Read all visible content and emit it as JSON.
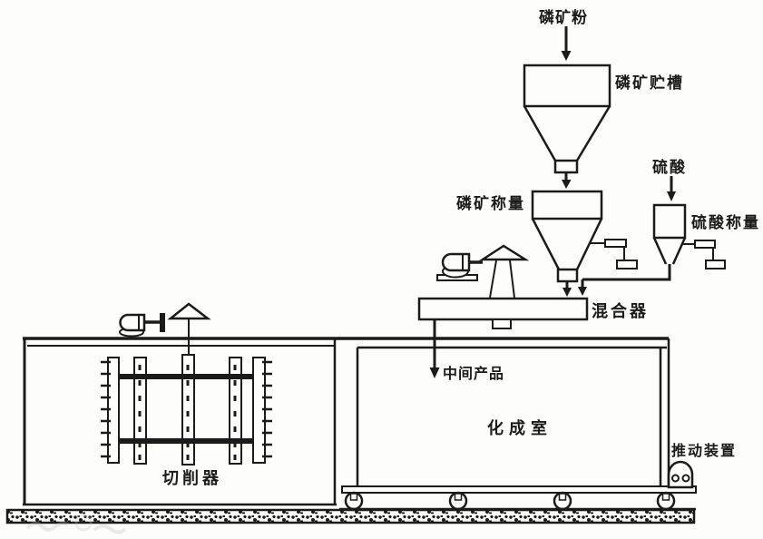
{
  "diagram_type": "process-flow-diagram",
  "labels": {
    "phosphate_powder": "磷矿粉",
    "phosphate_storage_tank": "磷矿贮槽",
    "phosphate_weigher": "磷矿称量",
    "sulfuric_acid": "硫酸",
    "sulfuric_acid_weigher": "硫酸称量",
    "mixer": "混合器",
    "intermediate_product": "中间产品",
    "curing_chamber": "化成室",
    "cutter": "切削器",
    "pusher": "推动装置"
  },
  "colors": {
    "line": "#1b1b1b",
    "paper": "#fdfdfb"
  }
}
